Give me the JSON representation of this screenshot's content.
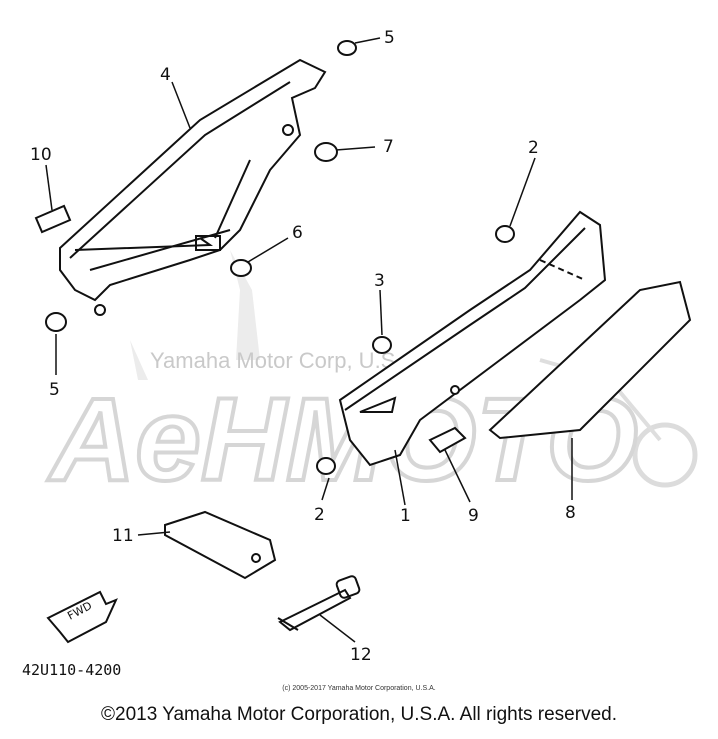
{
  "diagram": {
    "callouts": [
      {
        "id": "c1",
        "label": "1"
      },
      {
        "id": "c2a",
        "label": "2"
      },
      {
        "id": "c2b",
        "label": "2"
      },
      {
        "id": "c3",
        "label": "3"
      },
      {
        "id": "c4",
        "label": "4"
      },
      {
        "id": "c5a",
        "label": "5"
      },
      {
        "id": "c5b",
        "label": "5"
      },
      {
        "id": "c6",
        "label": "6"
      },
      {
        "id": "c7",
        "label": "7"
      },
      {
        "id": "c8",
        "label": "8"
      },
      {
        "id": "c9",
        "label": "9"
      },
      {
        "id": "c10",
        "label": "10"
      },
      {
        "id": "c11",
        "label": "11"
      },
      {
        "id": "c12",
        "label": "12"
      }
    ],
    "fwd_label": "FWD",
    "part_code": "42U110-4200"
  },
  "watermark": {
    "line": "Yamaha Motor Corp, U.S.A.",
    "brand": "AeHMOTO"
  },
  "footer": {
    "small_copyright": "(c) 2005-2017 Yamaha Motor Corporation, U.S.A.",
    "copyright": "©2013 Yamaha Motor Corporation, U.S.A. All rights reserved."
  }
}
